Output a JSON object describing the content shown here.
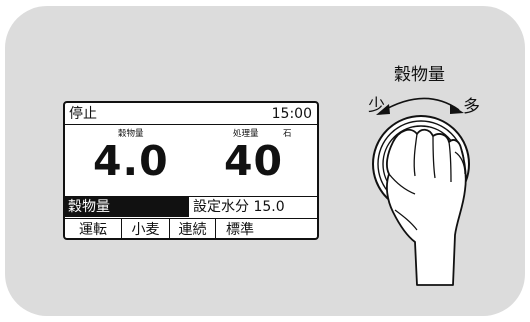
{
  "display": {
    "status": "停止",
    "time": "15:00",
    "grain_amount_label": "穀物量",
    "grain_amount_value": "4.0",
    "process_amount_label": "処理量",
    "process_amount_unit": "石",
    "process_amount_value": "40",
    "mode_label": "穀物量",
    "set_moisture": "設定水分 15.0",
    "menu": [
      "運転",
      "小麦",
      "連続",
      "標準"
    ]
  },
  "dial": {
    "title": "穀物量",
    "min_label": "少",
    "max_label": "多"
  },
  "colors": {
    "panel_background": "#dcdcdc",
    "lcd_background": "#ffffff",
    "lcd_foreground": "#111111",
    "highlight_background": "#111111",
    "highlight_text": "#ffffff"
  }
}
